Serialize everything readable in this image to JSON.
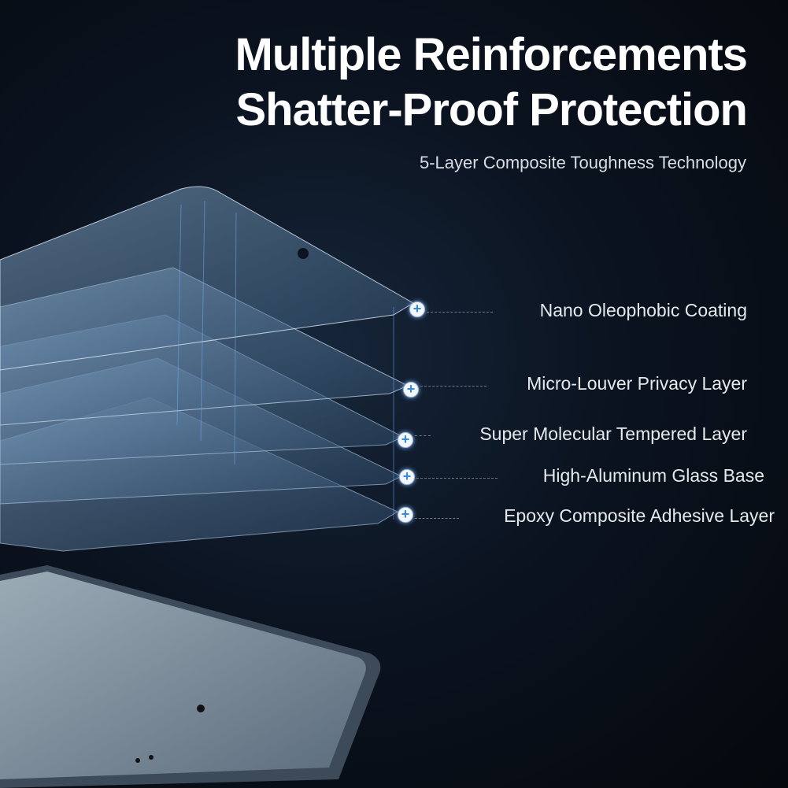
{
  "headline": {
    "line1": "Multiple Reinforcements",
    "line2": "Shatter-Proof Protection"
  },
  "subtitle": "5-Layer Composite Toughness Technology",
  "layers": [
    {
      "label": "Nano Oleophobic Coating",
      "icon": "plus-icon"
    },
    {
      "label": "Micro-Louver Privacy Layer",
      "icon": "plus-icon"
    },
    {
      "label": "Super Molecular Tempered Layer",
      "icon": "plus-icon"
    },
    {
      "label": "High-Aluminum Glass Base",
      "icon": "plus-icon"
    },
    {
      "label": "Epoxy Composite Adhesive Layer",
      "icon": "plus-icon"
    }
  ],
  "colors": {
    "accent": "#2f8be6",
    "background": "#0b1320"
  }
}
